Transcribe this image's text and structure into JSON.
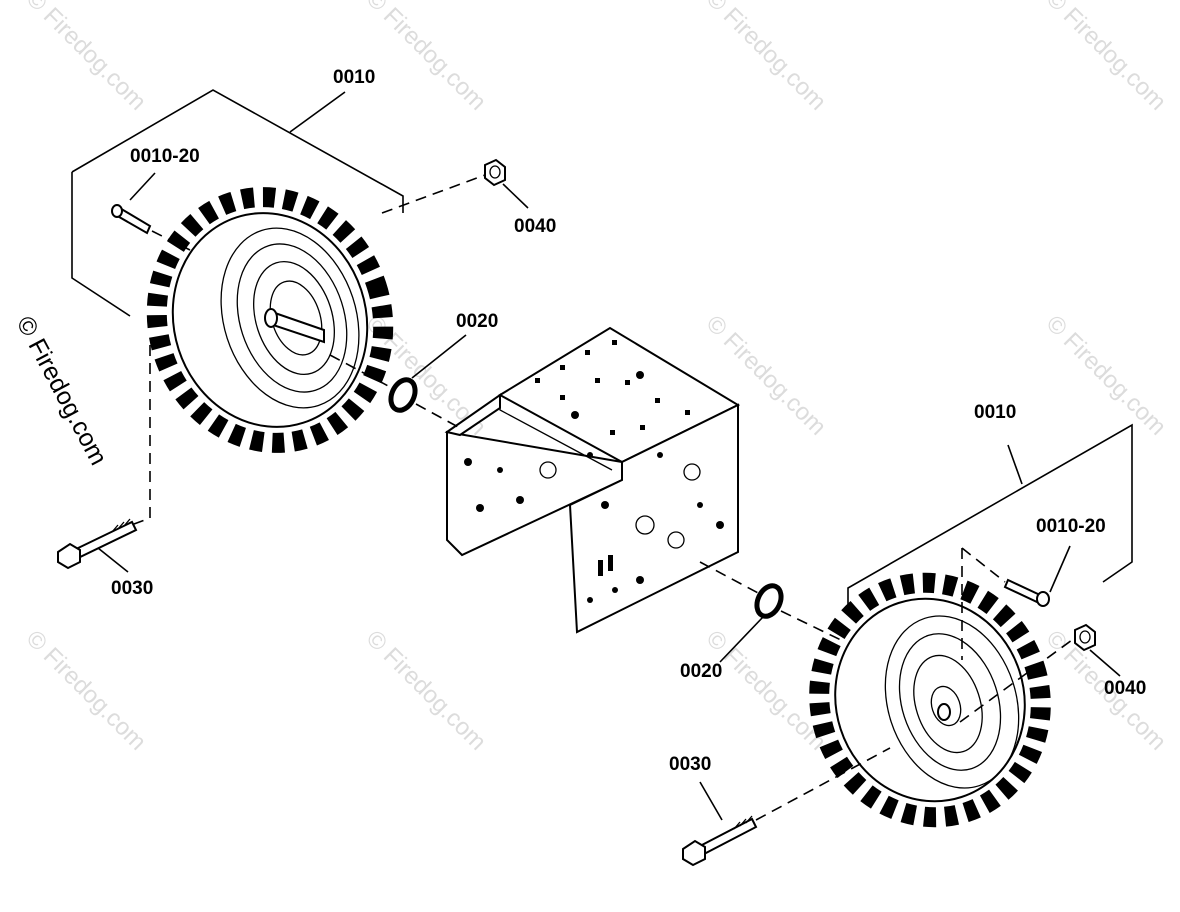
{
  "watermark_text": "© Firedog.com",
  "side_watermark_text": "© Firedog.com",
  "callouts": {
    "left_wheel_assembly": "0010",
    "left_valve_stem": "0010-20",
    "left_nut": "0040",
    "left_washer": "0020",
    "left_bolt": "0030",
    "right_wheel_assembly": "0010",
    "right_valve_stem": "0010-20",
    "right_washer": "0020",
    "right_nut": "0040",
    "right_bolt": "0030"
  }
}
